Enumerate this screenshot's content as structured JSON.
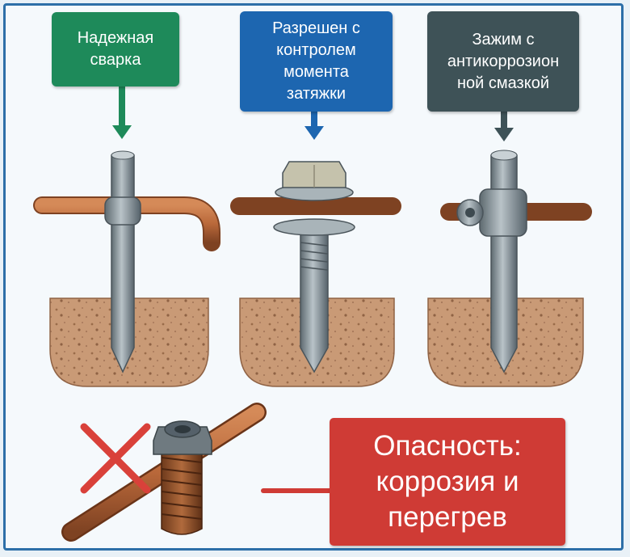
{
  "callouts": {
    "weld": "Надежная\nсварка",
    "bolt": "Разрешен с\nконтролем\nмомента\nзатяжки",
    "clamp": "Зажим с\nантикоррозион\nной смазкой",
    "danger": "Опасность:\nкоррозия и\nперегрев"
  },
  "colors": {
    "weld": "#1e8a5a",
    "bolt": "#1d66b0",
    "clamp": "#3e5257",
    "danger": "#cf3b35",
    "copper": "#b9683a",
    "steel": "#8a969c",
    "soil": "#c99a76"
  },
  "icons": {
    "weld_arrow": "arrow-down-icon",
    "bolt_arrow": "arrow-down-icon",
    "clamp_arrow": "arrow-down-icon",
    "forbidden": "red-cross-icon"
  }
}
